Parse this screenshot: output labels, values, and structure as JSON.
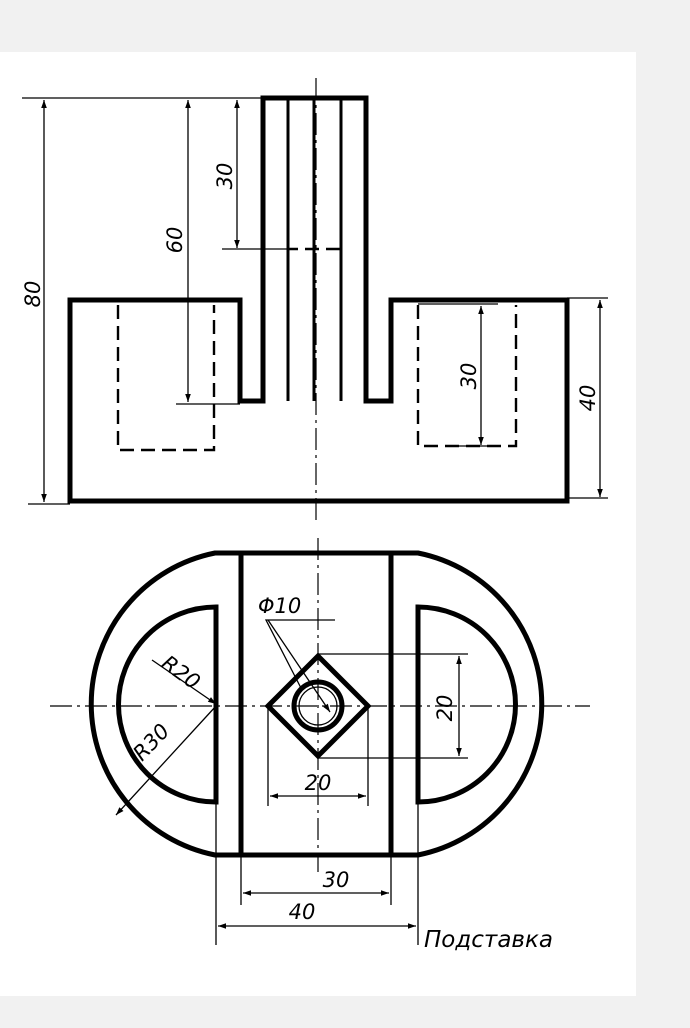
{
  "drawing": {
    "dimensions": {
      "height_total": "80",
      "height_pillar_hole": "60",
      "depth_pillar_top_hole": "30",
      "depth_side_pocket": "30",
      "height_base": "40",
      "diameter_hole": "Φ10",
      "radius_inner": "R20",
      "radius_outer": "R30",
      "square_height": "20",
      "square_width": "20",
      "width_pillar": "30",
      "width_slot": "40"
    },
    "caption": "Подставка"
  }
}
